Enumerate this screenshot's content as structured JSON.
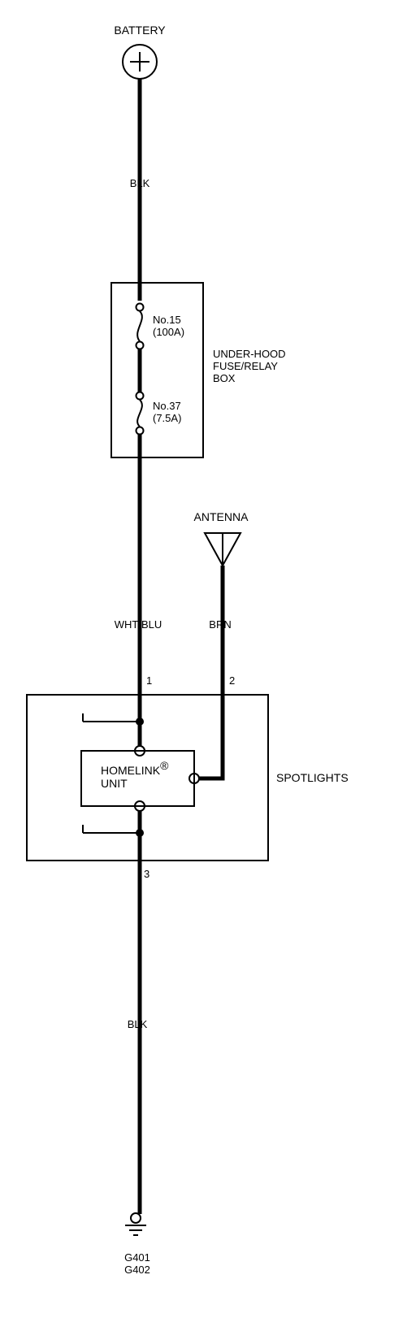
{
  "battery": {
    "label": "BATTERY"
  },
  "wires": {
    "top": "BLK",
    "feed": "WHT/BLU",
    "antenna": "BRN",
    "ground": "BLK"
  },
  "fuse_box": {
    "name_lines": [
      "UNDER-HOOD",
      "FUSE/RELAY",
      "BOX"
    ],
    "fuses": [
      {
        "number": "No.15",
        "rating": "(100A)"
      },
      {
        "number": "No.37",
        "rating": "(7.5A)"
      }
    ]
  },
  "antenna": {
    "label": "ANTENNA"
  },
  "spotlights": {
    "label": "SPOTLIGHTS",
    "pins": [
      "1",
      "2",
      "3"
    ],
    "unit_lines": [
      "HOMELINK",
      "UNIT"
    ],
    "unit_mark": "®"
  },
  "ground": {
    "labels": [
      "G401",
      "G402"
    ]
  }
}
